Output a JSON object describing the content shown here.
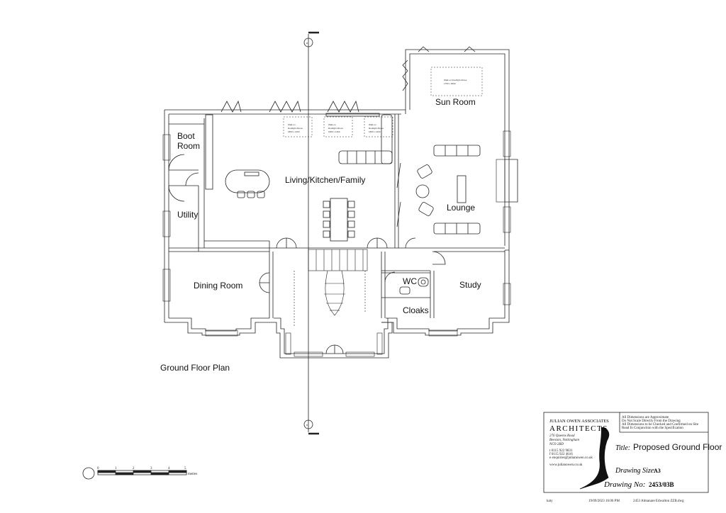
{
  "rooms": {
    "sun_room": "Sun Room",
    "boot_room_1": "Boot",
    "boot_room_2": "Room",
    "living": "Living/Kitchen/Family",
    "lounge": "Lounge",
    "utility": "Utility",
    "dining": "Dining Room",
    "wc": "WC",
    "study": "Study",
    "cloaks": "Cloaks"
  },
  "plan_title": "Ground Floor Plan",
  "rooflights": {
    "sun_room": [
      "Walk on Rooflight Above",
      "1750 x 3000"
    ],
    "kitchen_a": [
      "Walk on",
      "Rooflight Above",
      "1800 x 1400"
    ],
    "kitchen_b": [
      "Walk on",
      "Rooflight Above",
      "1800 x 1400"
    ],
    "kitchen_c": [
      "Walk on",
      "Rooflight Above",
      "1800 x 1400"
    ]
  },
  "scale_bar": {
    "ticks": [
      "0",
      "1",
      "2",
      "3",
      "4",
      "5"
    ],
    "unit": "metres"
  },
  "title_block": {
    "firm_line1": "JULIAN OWEN ASSOCIATES",
    "firm_line2": "ARCHITECTS",
    "address": [
      "276 Queens Road",
      "Beeston, Nottingham",
      "NG9 2BD"
    ],
    "contacts": [
      "t  0115 922 9831",
      "f  0115 922 4616",
      "e  enquiries@julianowen.co.uk"
    ],
    "website": "www.julianowen.co.uk",
    "notes": [
      "All Dimensions are Approximate",
      "Do Not Scale Directly From the Drawing",
      "All Dimensions to be Checked and Confirmed on Site",
      "Read In Conjunction with the Specification"
    ],
    "title_label": "Title:",
    "title_value": "Proposed Ground Floor",
    "size_label": "Drawing Size:",
    "size_value": "A3",
    "number_label": "Drawing No:",
    "number_value": "2453/03B"
  },
  "footer": {
    "user": "katy",
    "timestamp": "19/09/2023 16:06 PM",
    "filename": "2453 Almanare Edwalton ZZB.dwg"
  }
}
